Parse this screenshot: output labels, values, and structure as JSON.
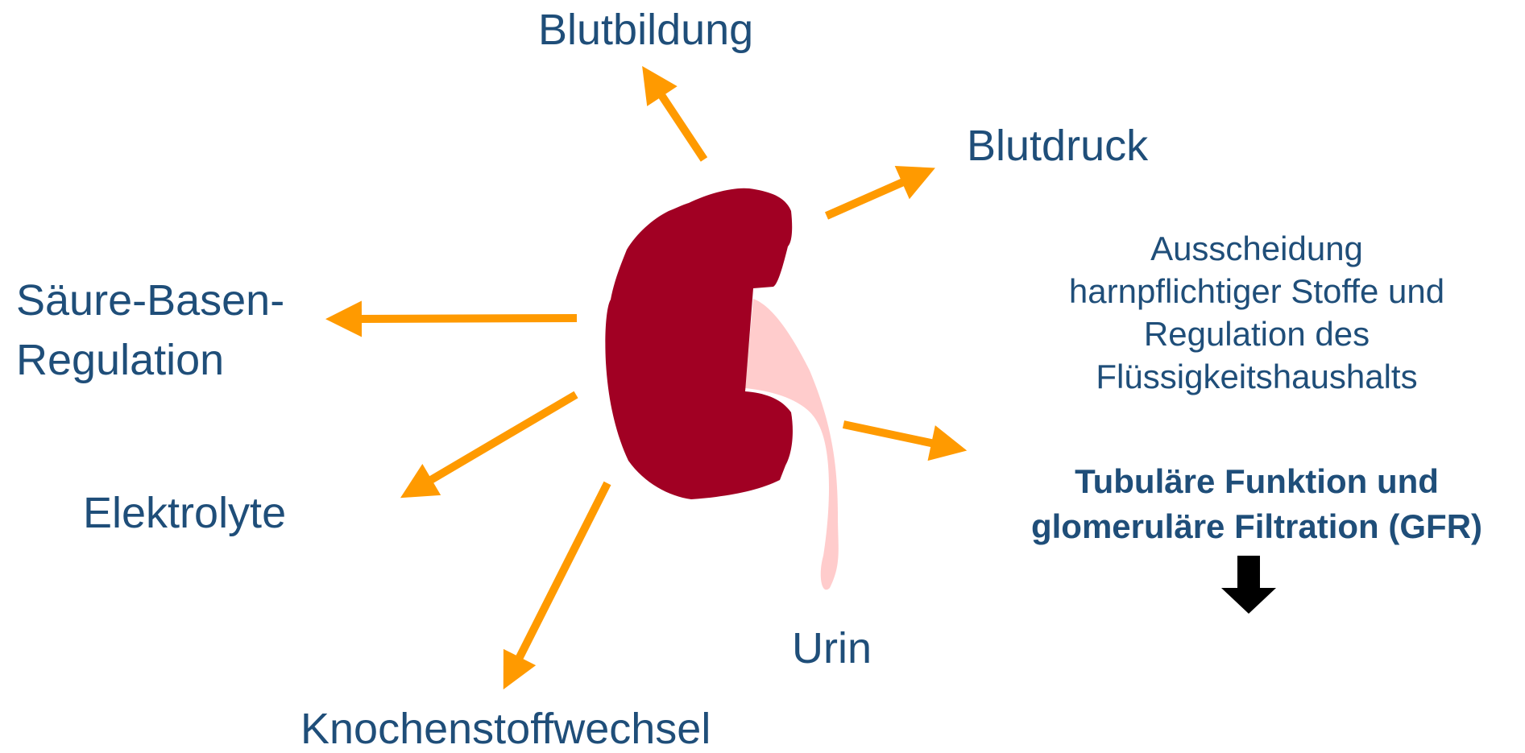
{
  "colors": {
    "text": "#1f4e79",
    "arrow": "#ff9a00",
    "kidney": "#a10023",
    "ureter": "#ffcccc",
    "down_arrow": "#000000"
  },
  "icons": {
    "kidney": "kidney-icon",
    "down_arrow": "arrow-down-icon"
  },
  "labels": {
    "blutbildung": "Blutbildung",
    "blutdruck": "Blutdruck",
    "saeure_line1": "Säure-Basen-",
    "saeure_line2": "Regulation",
    "elektrolyte": "Elektrolyte",
    "knochen": "Knochenstoffwechsel",
    "urin": "Urin",
    "ausscheidung_line1": "Ausscheidung",
    "ausscheidung_line2": "harnpflichtiger Stoffe und",
    "ausscheidung_line3": "Regulation des",
    "ausscheidung_line4": "Flüssigkeitshaushalts",
    "tubulaer_line1": "Tubuläre Funktion und",
    "tubulaer_line2": "glomeruläre Filtration (GFR)"
  }
}
